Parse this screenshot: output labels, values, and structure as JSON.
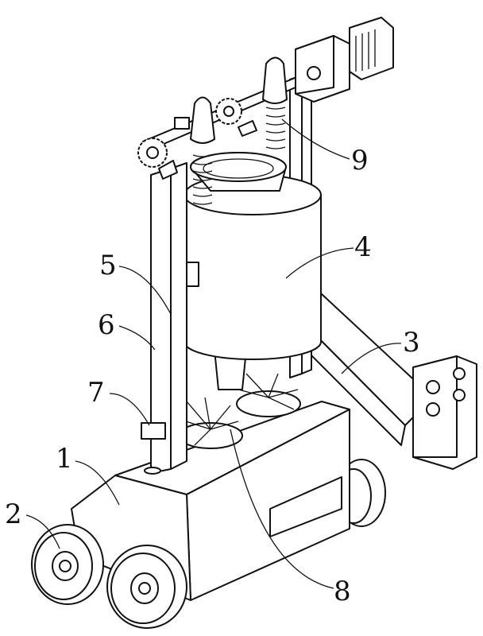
{
  "figure": {
    "labels": [
      "1",
      "2",
      "3",
      "4",
      "5",
      "6",
      "7",
      "8",
      "9"
    ],
    "stroke_color": "#111111",
    "background": "#ffffff"
  }
}
